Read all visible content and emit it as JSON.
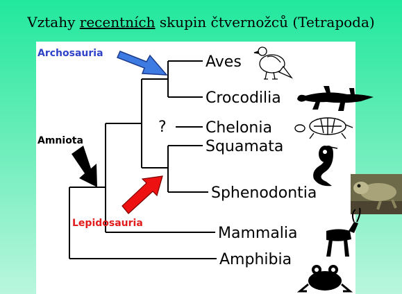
{
  "title": {
    "prefix": "Vztahy ",
    "underlined": "recentních",
    "suffix": " skupin čtvernožců (Tetrapoda)"
  },
  "taxa": {
    "aves": "Aves",
    "crocodilia": "Crocodilia",
    "chelonia": "Chelonia",
    "squamata": "Squamata",
    "sphenodontia": "Sphenodontia",
    "mammalia": "Mammalia",
    "amphibia": "Amphibia"
  },
  "uncertainty_mark": "?",
  "groups": {
    "archosauria": "Archosauria",
    "amniota": "Amniota",
    "lepidosauria": "Lepidosauria"
  },
  "colors": {
    "archosauria": "#2f43c8",
    "amniota": "#000000",
    "lepidosauria": "#e21c1c",
    "background_top": "#21e89d",
    "panel": "#ffffff"
  },
  "icons": [
    "pigeon-icon",
    "crocodile-icon",
    "turtle-icon",
    "cobra-icon",
    "tuatara-photo",
    "antelope-icon",
    "frog-icon"
  ]
}
